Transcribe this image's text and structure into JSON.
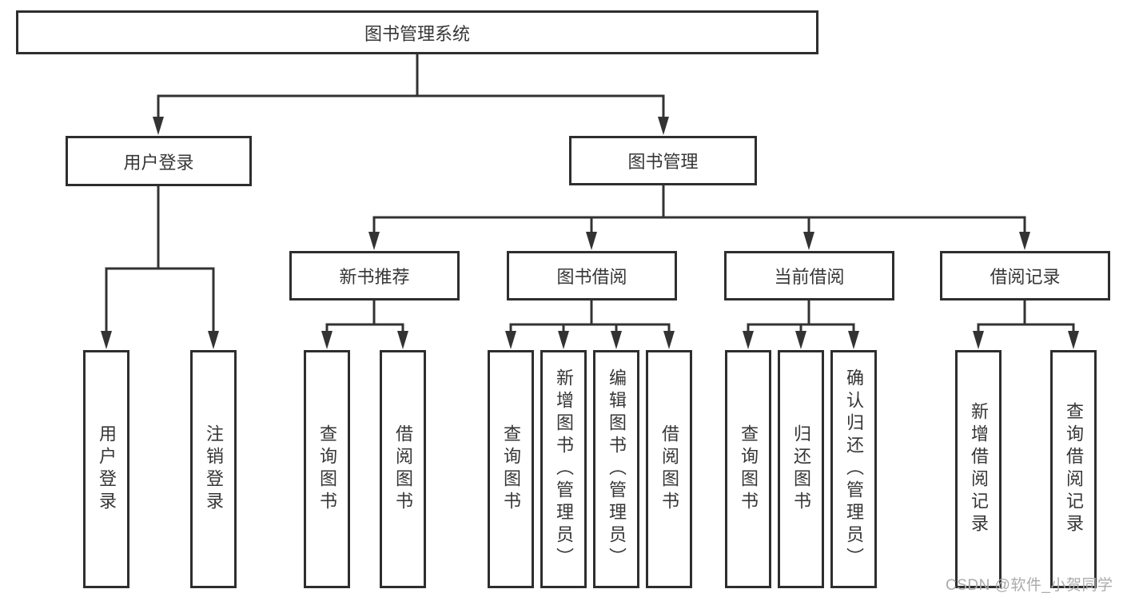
{
  "tree": {
    "label": "图书管理系统",
    "children": [
      {
        "label": "用户登录",
        "children": [
          {
            "label": "用户登录"
          },
          {
            "label": "注销登录"
          }
        ]
      },
      {
        "label": "图书管理",
        "children": [
          {
            "label": "新书推荐",
            "children": [
              {
                "label": "查询图书"
              },
              {
                "label": "借阅图书"
              }
            ]
          },
          {
            "label": "图书借阅",
            "children": [
              {
                "label": "查询图书"
              },
              {
                "label": "新增图书（管理员）"
              },
              {
                "label": "编辑图书（管理员）"
              },
              {
                "label": "借阅图书"
              }
            ]
          },
          {
            "label": "当前借阅",
            "children": [
              {
                "label": "查询图书"
              },
              {
                "label": "归还图书"
              },
              {
                "label": "确认归还（管理员）"
              }
            ]
          },
          {
            "label": "借阅记录",
            "children": [
              {
                "label": "新增借阅记录"
              },
              {
                "label": "查询借阅记录"
              }
            ]
          }
        ]
      }
    ]
  },
  "watermark": "CSDN @软件_小贺同学",
  "colors": {
    "line": "#333333",
    "box_border": "#2e2e2e",
    "text": "#363636",
    "watermark": "#ababab",
    "background": "#ffffff"
  }
}
